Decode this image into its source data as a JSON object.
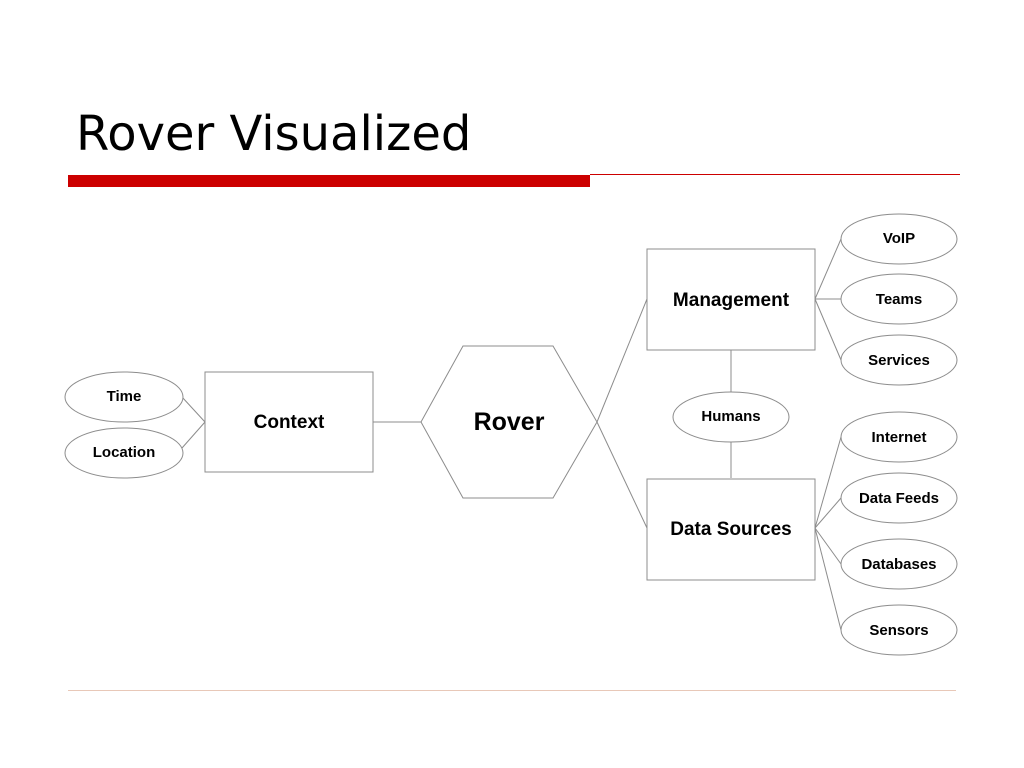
{
  "slide": {
    "title": "Rover Visualized"
  },
  "colors": {
    "accent": "#cc0000",
    "outline": "#8c8c8c",
    "footer_rule": "#e8c8b8"
  },
  "diagram": {
    "central": "Rover",
    "context": {
      "label": "Context",
      "children": [
        "Time",
        "Location"
      ]
    },
    "management": {
      "label": "Management",
      "children": [
        "VoIP",
        "Teams",
        "Services"
      ]
    },
    "data_sources": {
      "label": "Data Sources",
      "children": [
        "Internet",
        "Data Feeds",
        "Databases",
        "Sensors"
      ]
    },
    "bridge": "Humans"
  }
}
